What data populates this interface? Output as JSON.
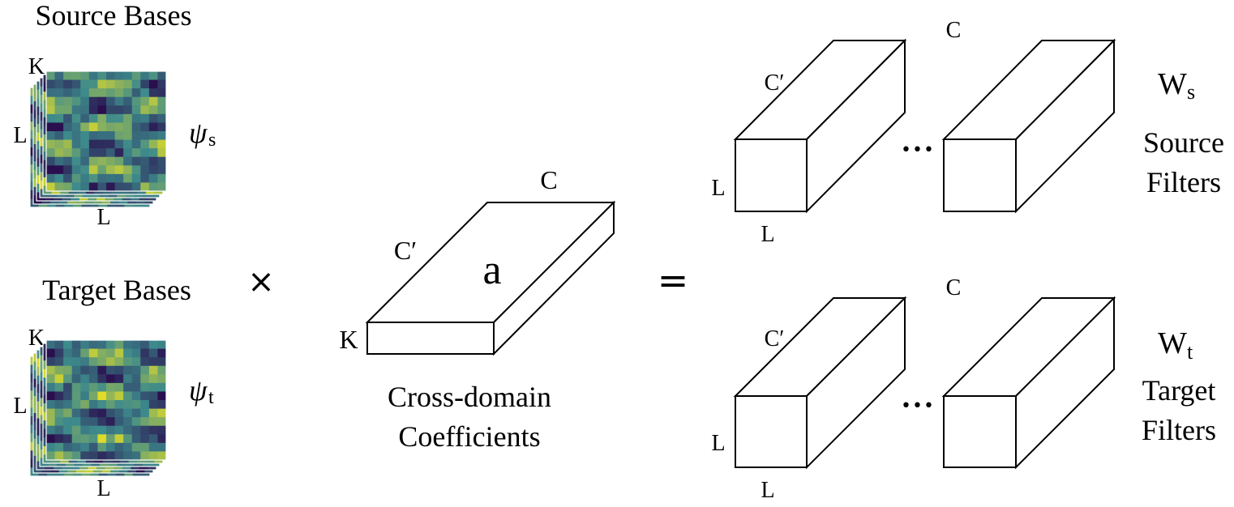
{
  "source_bases": {
    "title": "Source Bases",
    "dim_depth": "K",
    "dim_height": "L",
    "dim_width": "L",
    "symbol": "ψ",
    "subscript": "s"
  },
  "target_bases": {
    "title": "Target Bases",
    "dim_depth": "K",
    "dim_height": "L",
    "dim_width": "L",
    "symbol": "ψ",
    "subscript": "t"
  },
  "operators": {
    "times": "×",
    "equals": "="
  },
  "coefficients": {
    "symbol": "a",
    "dim_c": "C",
    "dim_c_prime": "C′",
    "dim_k": "K",
    "caption_line1": "Cross-domain",
    "caption_line2": "Coefficients"
  },
  "source_filters": {
    "symbol": "W",
    "subscript": "s",
    "label_line1": "Source",
    "label_line2": "Filters",
    "dim_c": "C",
    "dim_c_prime": "C′",
    "dim_height": "L",
    "dim_width": "L",
    "ellipsis": "•••"
  },
  "target_filters": {
    "symbol": "W",
    "subscript": "t",
    "label_line1": "Target",
    "label_line2": "Filters",
    "dim_c": "C",
    "dim_c_prime": "C′",
    "dim_height": "L",
    "dim_width": "L",
    "ellipsis": "•••"
  },
  "colors": {
    "heatmap_low": "#2a0f4f",
    "heatmap_mid": "#3d8a8c",
    "heatmap_high": "#f2e51d"
  }
}
